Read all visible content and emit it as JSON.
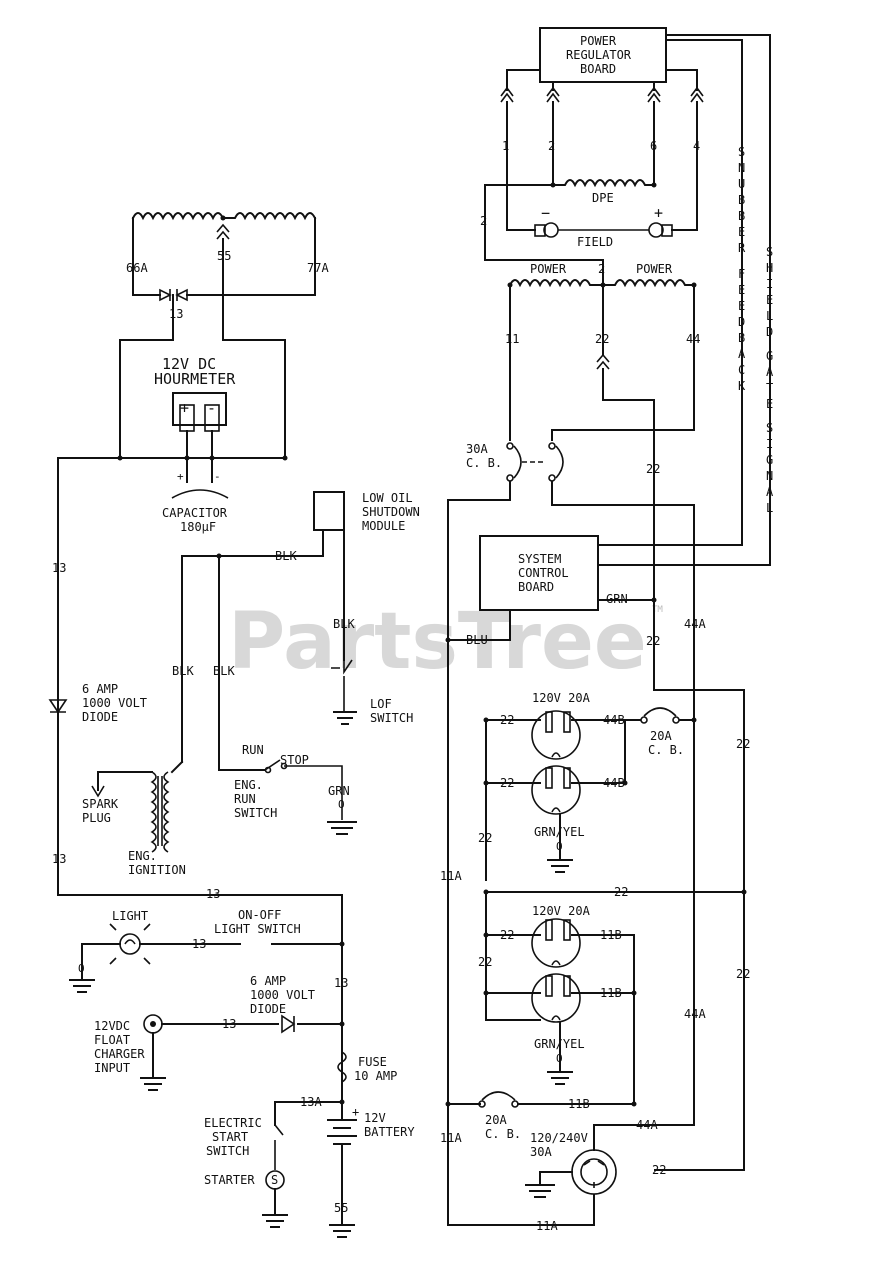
{
  "watermark": "PartsTree",
  "watermark_tm": "TM",
  "components": {
    "power_regulator_board": [
      "POWER",
      "REGULATOR",
      "BOARD"
    ],
    "hourmeter": [
      "12V DC",
      "HOURMETER"
    ],
    "capacitor": [
      "CAPACITOR",
      "180µF"
    ],
    "low_oil_module": [
      "LOW OIL",
      "SHUTDOWN",
      "MODULE"
    ],
    "low_oil_switch": [
      "LOF",
      "SWITCH"
    ],
    "system_control_board": [
      "SYSTEM",
      "CONTROL",
      "BOARD"
    ],
    "dpe": "DPE",
    "field": "FIELD",
    "power_left": "POWER",
    "power_right": "POWER",
    "breaker_30a": [
      "30A",
      "C. B."
    ],
    "breaker_20a_top": [
      "20A",
      "C. B."
    ],
    "breaker_20a_bottom": [
      "20A",
      "C. B."
    ],
    "diode_top": [
      "6 AMP",
      "1000 VOLT",
      "DIODE"
    ],
    "diode_bottom": [
      "6 AMP",
      "1000 VOLT",
      "DIODE"
    ],
    "spark_plug": [
      "SPARK",
      "PLUG"
    ],
    "ignition": [
      "ENG.",
      "IGNITION"
    ],
    "run_switch": [
      "ENG.",
      "RUN",
      "SWITCH"
    ],
    "run": "RUN",
    "stop": "STOP",
    "light": "LIGHT",
    "light_switch": [
      "ON-OFF",
      "LIGHT SWITCH"
    ],
    "charger": [
      "12VDC",
      "FLOAT",
      "CHARGER",
      "INPUT"
    ],
    "fuse": [
      "FUSE",
      "10 AMP"
    ],
    "battery": [
      "12V",
      "BATTERY"
    ],
    "start_switch": [
      "ELECTRIC",
      "START",
      "SWITCH"
    ],
    "starter": "STARTER",
    "starter_symbol": "S",
    "outlet_top": "120V 20A",
    "outlet_mid": "120V 20A",
    "outlet_bottom": [
      "120/240V",
      "30A"
    ],
    "grn_yel": "GRN/YEL",
    "snubber_feedback": "SNUBBER FEEDBACK",
    "shield_gate_signal": "SHIELD GATE SIGNAL"
  },
  "wire_labels": {
    "w1": "1",
    "w2": "2",
    "w6": "6",
    "w4": "4",
    "w2b": "2",
    "w2c": "2",
    "w11": "11",
    "w22a": "22",
    "w44": "44",
    "w66a": "66A",
    "w55": "55",
    "w77a": "77A",
    "w13a": "13",
    "w13b": "13",
    "w13c": "13",
    "w13d": "13",
    "w13e": "13",
    "w13f": "13",
    "w13g": "13",
    "blk1": "BLK",
    "blk2": "BLK",
    "blk3": "BLK",
    "blk4": "BLK",
    "grn": "GRN",
    "blu": "BLU",
    "w22b": "22",
    "w22c": "22",
    "w44a_r": "44A",
    "w22d": "22",
    "w22e": "22",
    "w44b": "44B",
    "w22f": "22",
    "w44b2": "44B",
    "w22g": "22",
    "w11a": "11A",
    "w22h": "22",
    "w22i": "22",
    "w11b": "11B",
    "w22j": "22",
    "w11b2": "11B",
    "w22k": "22",
    "w44a2": "44A",
    "w11b3": "11B",
    "w11a2": "11A",
    "w44a3": "44A",
    "w22l": "22",
    "w11a3": "11A",
    "w13h": "13A",
    "w55b": "55",
    "gnd_o1": "O",
    "gnd_o2": "O",
    "gnd_o3": "O",
    "gnd_o4": "O",
    "plus": "+",
    "minus": "-",
    "cap_plus": "+",
    "cap_minus": "-",
    "bat_plus": "+",
    "field_minus": "−",
    "field_plus": "+"
  }
}
